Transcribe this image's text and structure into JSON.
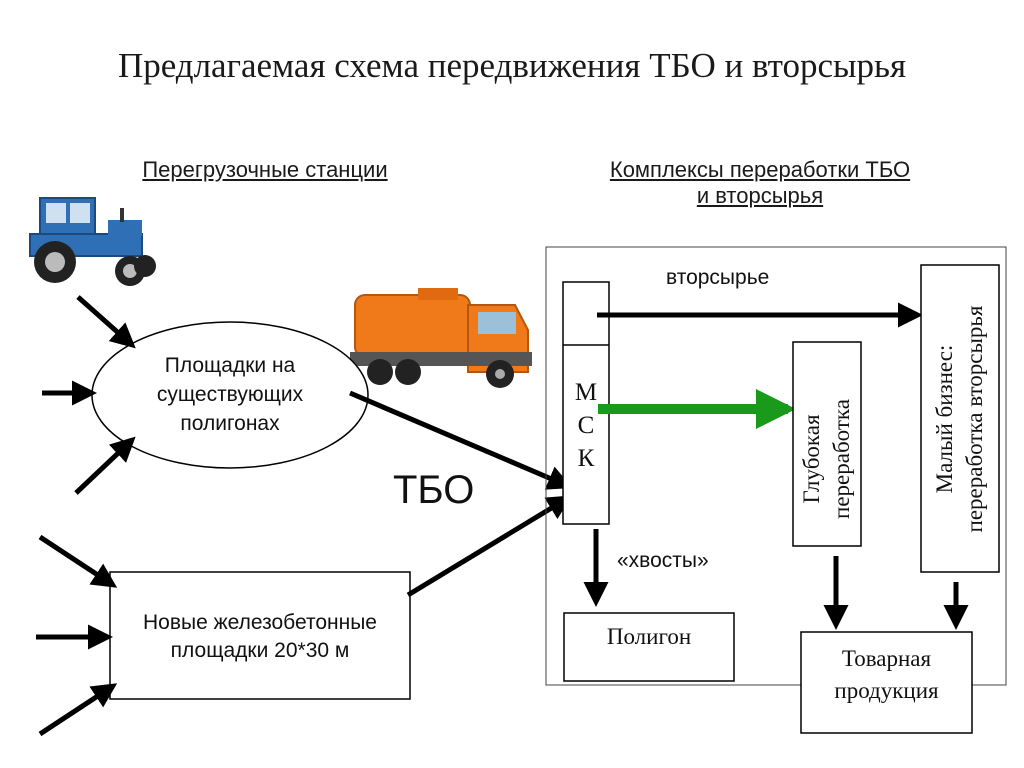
{
  "title": "Предлагаемая схема передвижения ТБО и вторсырья",
  "headings": {
    "left": "Перегрузочные станции",
    "right_line1": "Комплексы переработки ТБО",
    "right_line2": "и вторсырья"
  },
  "nodes": {
    "existing_sites": [
      "Площадки на",
      "существующих",
      "полигонах"
    ],
    "new_sites": [
      "Новые железобетонные",
      "площадки 20*30 м"
    ],
    "tbo_label": "ТБО",
    "msk_letters": [
      "М",
      "С",
      "К"
    ],
    "recyclables_label": "вторсырье",
    "tails_label": "«хвосты»",
    "landfill": "Полигон",
    "deep_processing": [
      "Глубокая",
      "переработка"
    ],
    "small_business": [
      "Малый бизнес:",
      "переработка вторсырья"
    ],
    "commodity_products": [
      "Товарная",
      "продукция"
    ]
  },
  "images": {
    "tractor": "tractor-icon",
    "truck": "garbage-truck-icon"
  },
  "colors": {
    "tractor_body": "#2f6fb5",
    "truck_body": "#f07a1a",
    "green_arrow": "#1a9a1a",
    "line": "#000000"
  }
}
